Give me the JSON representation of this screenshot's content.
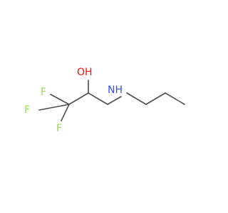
{
  "structure": {
    "atoms": [
      {
        "id": "O1",
        "label": "OH",
        "color": "#ff0d0d"
      },
      {
        "id": "N1",
        "label": "NH",
        "color": "#3050f8"
      },
      {
        "id": "F1",
        "label": "F",
        "color": "#90e050"
      },
      {
        "id": "F2",
        "label": "F",
        "color": "#90e050"
      },
      {
        "id": "F3",
        "label": "F",
        "color": "#90e050"
      }
    ],
    "bond_color": "#4d4d4d"
  }
}
